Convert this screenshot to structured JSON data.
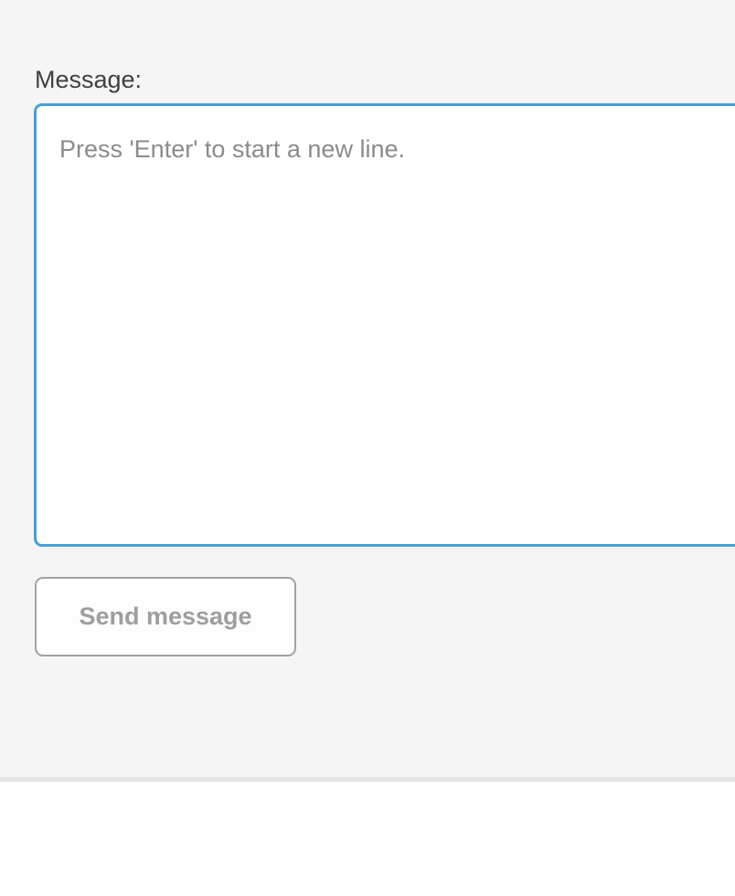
{
  "form": {
    "label": "Message:",
    "textarea": {
      "placeholder": "Press 'Enter' to start a new line.",
      "value": ""
    },
    "button_label": "Send message",
    "button_state": "disabled"
  },
  "colors": {
    "background": "#f5f5f6",
    "textarea_border": "#45a1d6",
    "textarea_bg": "#ffffff",
    "divider": "#e4e4e4",
    "label_text": "#3f3f3f",
    "placeholder_text": "#8b8b8b",
    "button_text": "#9e9e9e",
    "button_border": "#a2a2a2",
    "button_bg": "#fdfdfe"
  }
}
